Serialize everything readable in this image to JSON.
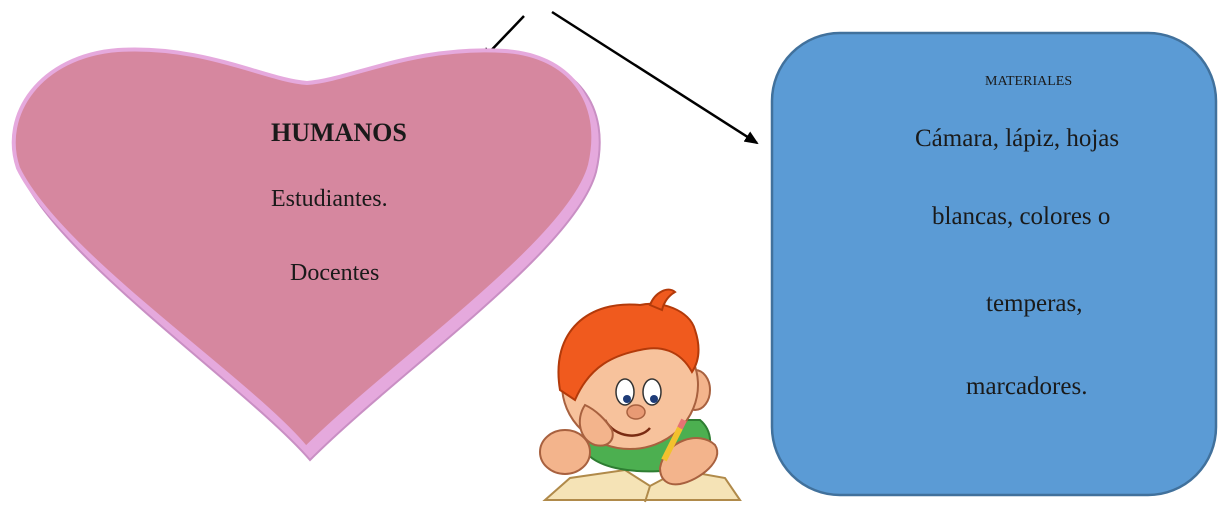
{
  "colors": {
    "heart_fill": "#d6879f",
    "heart_border": "#e5a9dd",
    "box_fill": "#5b9bd5",
    "box_border": "#41719c",
    "arrow": "#000000"
  },
  "heart": {
    "title": "HUMANOS",
    "lines": [
      "Estudiantes.",
      "Docentes"
    ]
  },
  "materials_box": {
    "title": "MATERIALES",
    "lines": [
      "Cámara, lápiz, hojas",
      "blancas, colores o",
      "temperas,",
      "marcadores."
    ]
  },
  "illustration": {
    "icon": "boy-studying-illustration"
  }
}
